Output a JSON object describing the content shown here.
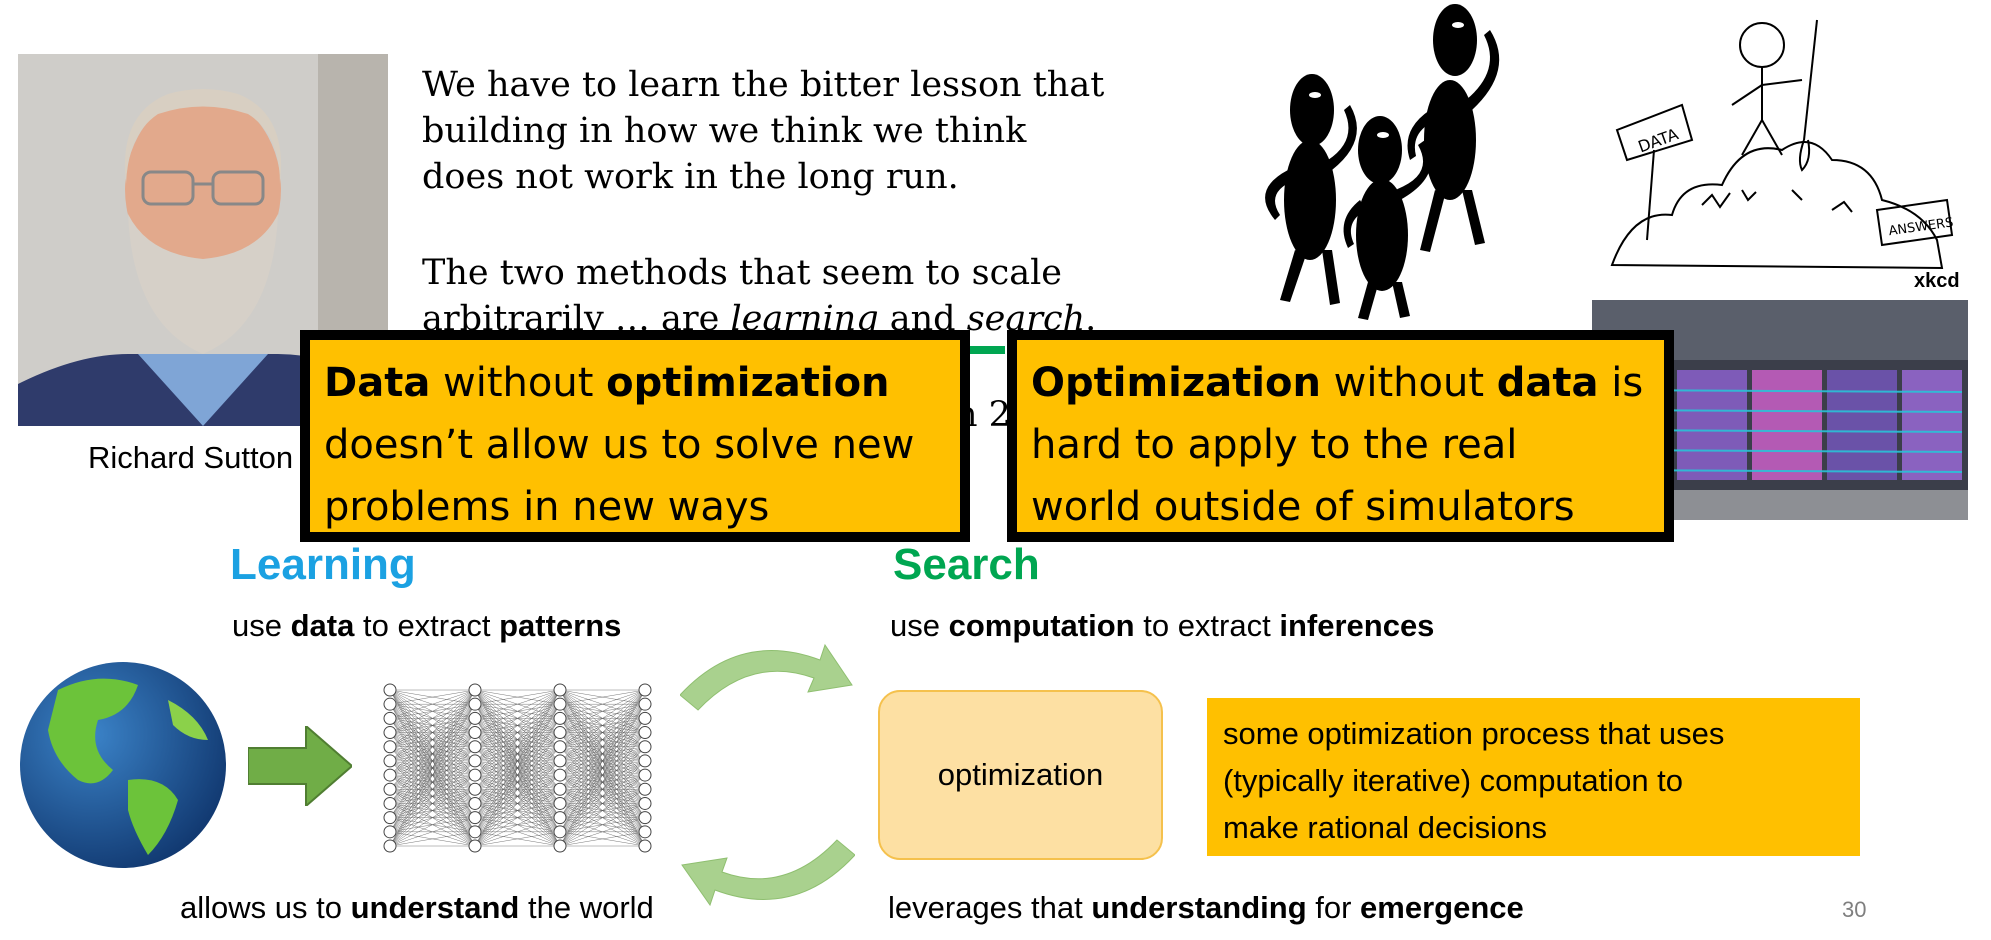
{
  "speaker": {
    "name": "Richard Sutton"
  },
  "quote": {
    "line1": "We have to learn the bitter lesson that",
    "line2": "building in how we think we think",
    "line3": "does not work in the long run.",
    "line4": "The two methods that seem to scale",
    "line5_a": "arbitrarily … are ",
    "line5_b": "learning",
    "line5_c": " and ",
    "line5_d": "search",
    "line5_e": ".",
    "line6_fragment": "n 2"
  },
  "overlay_left": {
    "l1_a": "Data",
    "l1_b": " without ",
    "l1_c": "optimization",
    "l2": "doesn’t allow us to solve new",
    "l3": "problems in new ways"
  },
  "overlay_right": {
    "l1_a": "Optimization",
    "l1_b": " without ",
    "l1_c": "data",
    "l1_d": " is",
    "l2": "hard to apply to the real",
    "l3": "world outside of simulators"
  },
  "images": {
    "xkcd_label": "xkcd",
    "data_sign": "DATA",
    "answers_sign": "ANSWERS"
  },
  "learning": {
    "heading": "Learning",
    "a": "use ",
    "b": "data",
    "c": " to extract ",
    "d": "patterns"
  },
  "search": {
    "heading": "Search",
    "a": "use ",
    "b": "computation",
    "c": " to extract ",
    "d": "inferences"
  },
  "understand": {
    "a": "allows us to ",
    "b": "understand",
    "c": " the world"
  },
  "leverage": {
    "a": "leverages that ",
    "b": "understanding",
    "c": " for ",
    "d": "emergence"
  },
  "optimization_box": "optimization",
  "description": {
    "l1": "some optimization process that uses",
    "l2": "(typically iterative) computation to",
    "l3": "make rational decisions"
  },
  "page_number": "30",
  "colors": {
    "learning": "#1ba1e2",
    "search": "#00a651",
    "highlight": "#ffc000",
    "optimization_fill": "#fde0a3"
  }
}
